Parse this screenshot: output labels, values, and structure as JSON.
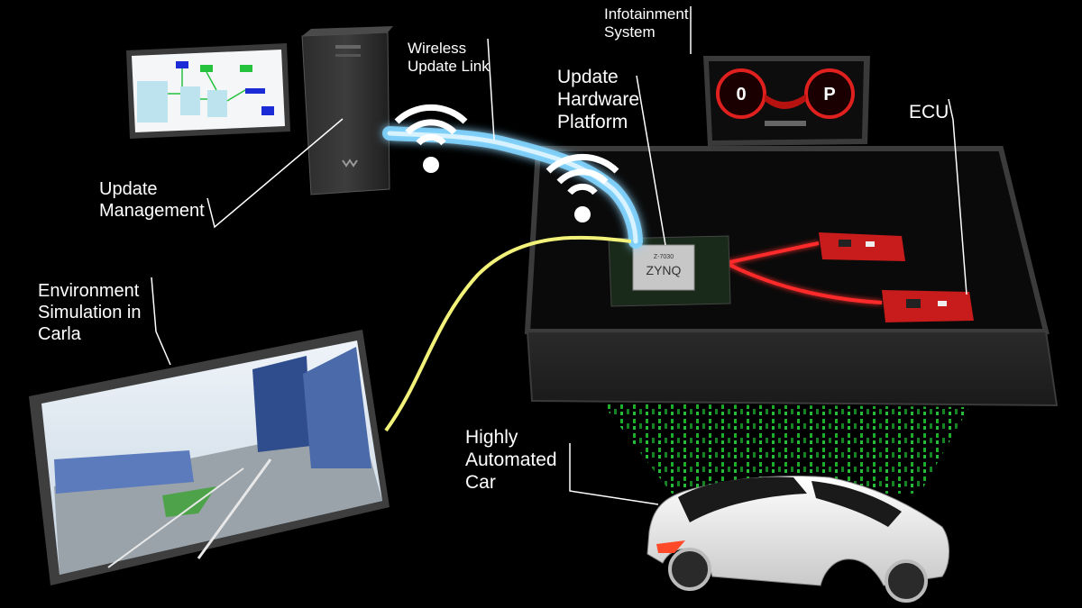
{
  "diagram": {
    "labels": {
      "infotainment": "Infotainment\nSystem",
      "wireless": "Wireless\nUpdate Link",
      "update_hw": "Update\nHardware\nPlatform",
      "ecu": "ECU",
      "update_mgmt": "Update\nManagement",
      "env_sim": "Environment\nSimulation in\nCarla",
      "car": "Highly\nAutomated\nCar"
    },
    "chip": {
      "brand": "ZYNQ",
      "part": "Z-7030"
    },
    "dashboard": {
      "speed_value": "0",
      "gear_value": "P"
    },
    "colors": {
      "background": "#000000",
      "wireless_link": "#7fd4ff",
      "sim_cable": "#f2f27a",
      "ecu_link": "#ff2a2a",
      "matrix": "#22cc33"
    }
  }
}
